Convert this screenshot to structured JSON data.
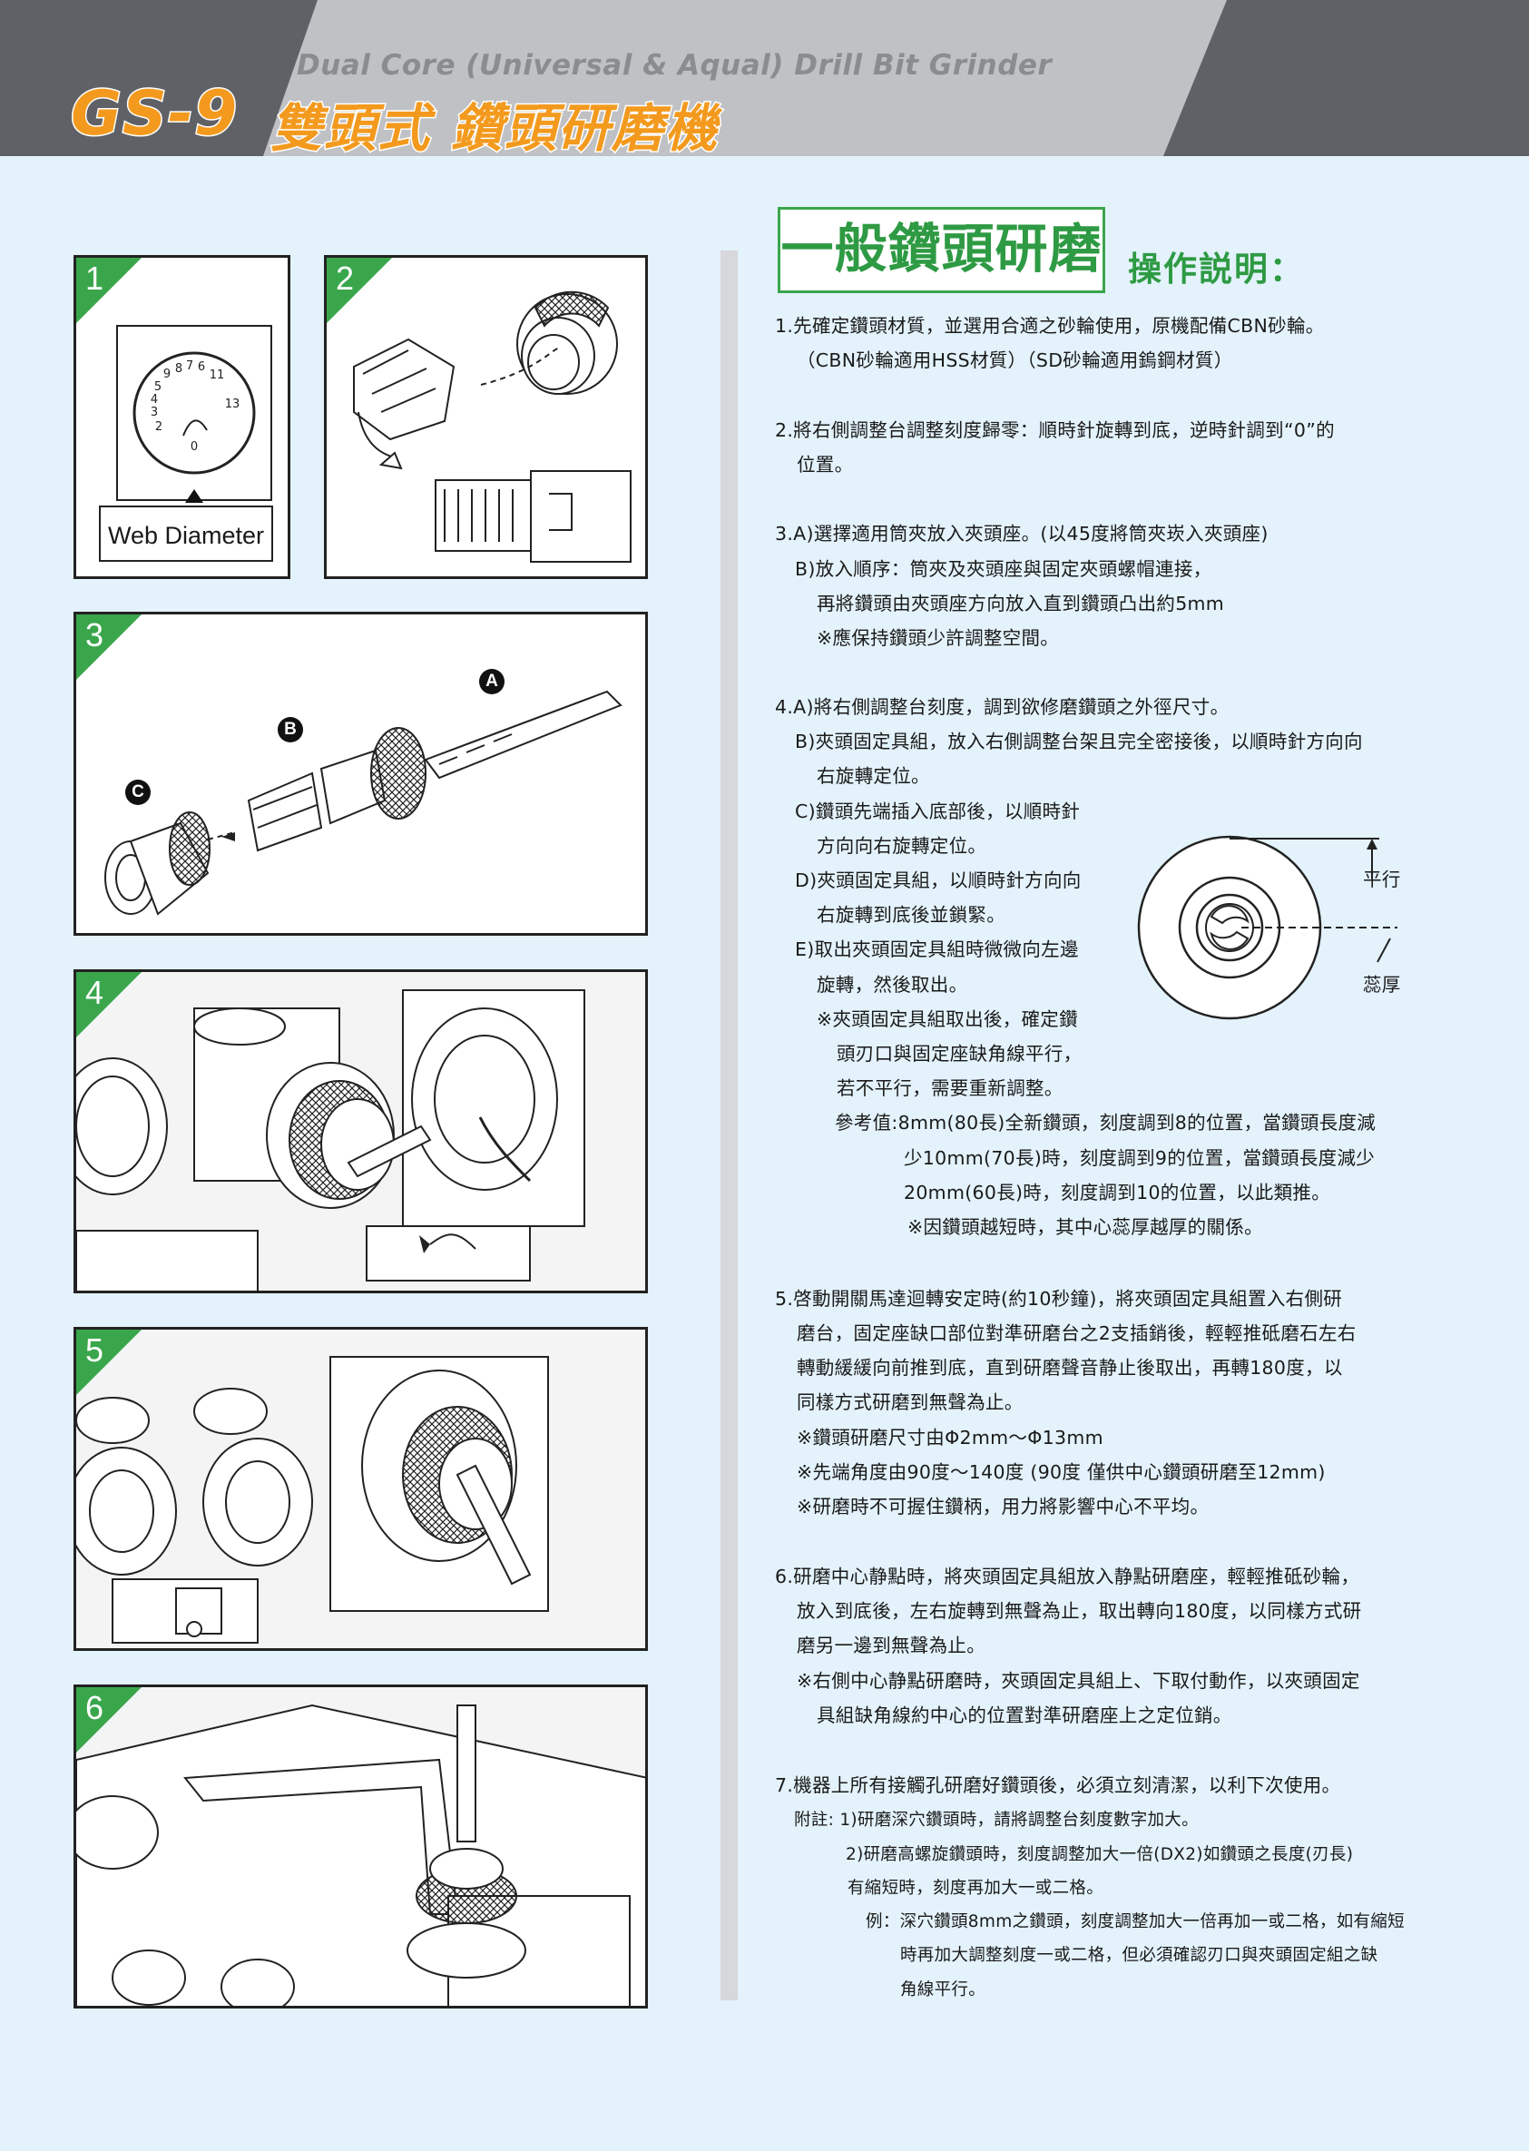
{
  "header": {
    "model": "GS-9",
    "subtitle_en": "Dual Core (Universal & Aqual) Drill Bit Grinder",
    "title_cn": "雙頭式 鑽頭研磨機"
  },
  "panels": {
    "p1": {
      "num": "1",
      "web_label": "Web Diameter",
      "dial_numbers": [
        "11",
        "9",
        "8",
        "7",
        "6",
        "5",
        "4",
        "3",
        "2",
        "0",
        "13"
      ]
    },
    "p2": {
      "num": "2"
    },
    "p3": {
      "num": "3",
      "callout_a": "A",
      "callout_b": "B",
      "callout_c": "C"
    },
    "p4": {
      "num": "4"
    },
    "p5": {
      "num": "5"
    },
    "p6": {
      "num": "6"
    }
  },
  "section": {
    "box_title": "一般鑽頭研磨",
    "ops_title": "操作説明："
  },
  "diagram": {
    "label_parallel": "平行",
    "label_thickness": "蕊厚"
  },
  "instructions": [
    "1.先確定鑽頭材質，並選用合適之砂輪使用，原機配備CBN砂輪。",
    "（CBN砂輪適用HSS材質）（SD砂輪適用鎢鋼材質）",
    "2.將右側調整台調整刻度歸零：順時針旋轉到底，逆時針調到“0”的",
    "位置。",
    "3.A)選擇適用筒夾放入夾頭座。(以45度將筒夾崁入夾頭座)",
    "B)放入順序：筒夾及夾頭座與固定夾頭螺帽連接，",
    "再將鑽頭由夾頭座方向放入直到鑽頭凸出約5mm",
    "※應保持鑽頭少許調整空間。",
    "4.A)將右側調整台刻度，調到欲修磨鑽頭之外徑尺寸。",
    "B)夾頭固定具組，放入右側調整台架且完全密接後，以順時針方向向",
    "右旋轉定位。",
    "C)鑽頭先端插入底部後，以順時針",
    "方向向右旋轉定位。",
    "D)夾頭固定具組，以順時針方向向",
    "右旋轉到底後並鎖緊。",
    "E)取出夾頭固定具組時微微向左邊",
    "旋轉，然後取出。",
    "※夾頭固定具組取出後，確定鑽",
    "頭刃口與固定座缺角線平行，",
    "若不平行，需要重新調整。",
    "參考值:8mm(80長)全新鑽頭，刻度調到8的位置，當鑽頭長度減",
    "少10mm(70長)時，刻度調到9的位置，當鑽頭長度減少",
    "20mm(60長)時，刻度調到10的位置，以此類推。",
    "※因鑽頭越短時，其中心蕊厚越厚的關係。",
    "5.啓動開關馬達迴轉安定時(約10秒鐘)，將夾頭固定具組置入右側研",
    "磨台，固定座缺口部位對準研磨台之2支插銷後，輕輕推砥磨石左右",
    "轉動緩緩向前推到底，直到研磨聲音静止後取出，再轉180度，以",
    "同樣方式研磨到無聲為止。",
    "※鑽頭研磨尺寸由Φ2mm～Φ13mm",
    "※先端角度由90度～140度 (90度 僅供中心鑽頭研磨至12mm)",
    "※研磨時不可握住鑽柄，用力將影響中心不平均。",
    "6.研磨中心静點時，將夾頭固定具組放入静點研磨座，輕輕推砥砂輪，",
    "放入到底後，左右旋轉到無聲為止，取出轉向180度，以同樣方式研",
    "磨另一邊到無聲為止。",
    "※右側中心静點研磨時，夾頭固定具組上、下取付動作，以夾頭固定",
    "具組缺角線約中心的位置對準研磨座上之定位銷。",
    "7.機器上所有接觸孔研磨好鑽頭後，必須立刻清潔，以利下次使用。",
    "附註: 1)研磨深穴鑽頭時，請將調整台刻度數字加大。",
    "2)研磨高螺旋鑽頭時，刻度調整加大一倍(DX2)如鑽頭之長度(刃長)",
    "有縮短時，刻度再加大一或二格。",
    "例：深穴鑽頭8mm之鑽頭，刻度調整加大一倍再加一或二格，如有縮短",
    "時再加大調整刻度一或二格，但必須確認刃口與夾頭固定組之缺",
    "角線平行。"
  ]
}
